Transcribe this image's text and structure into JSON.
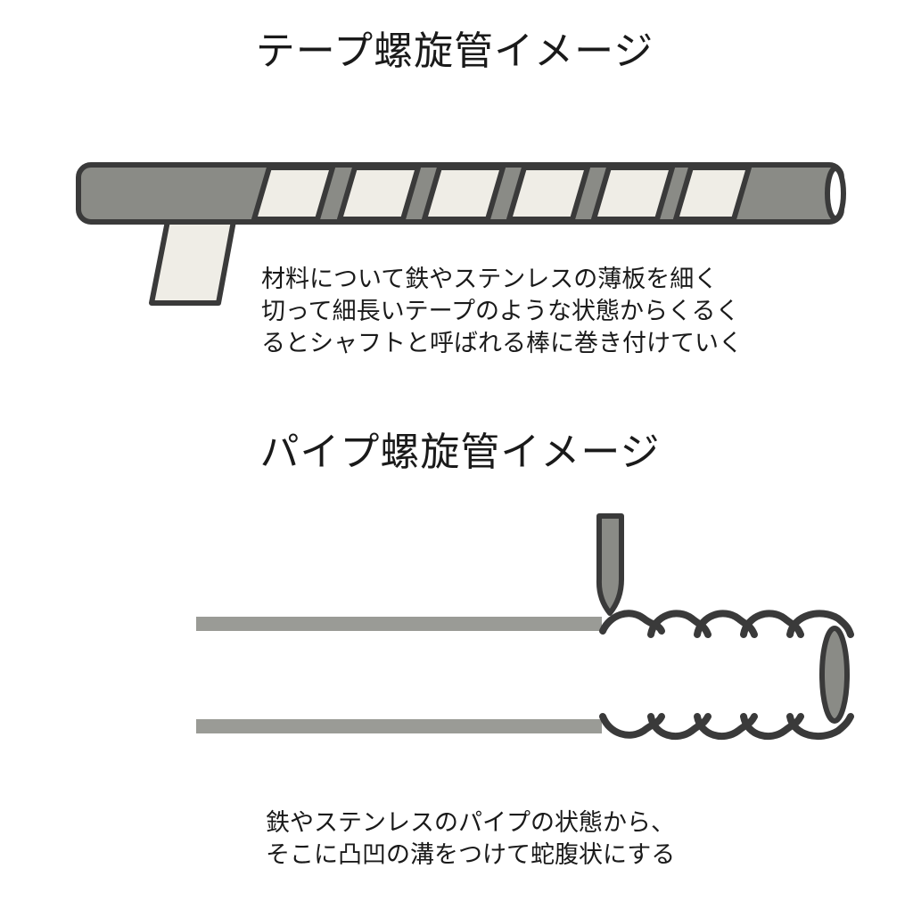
{
  "tape_section": {
    "title": "テープ螺旋管イメージ",
    "description_lines": [
      "材料について鉄やステンレスの薄板を細く",
      "切って細長いテープのような状態からくるく",
      "るとシャフトと呼ばれる棒に巻き付けていく"
    ]
  },
  "pipe_section": {
    "title": "パイプ螺旋管イメージ",
    "description_lines": [
      "鉄やステンレスのパイプの状態から、",
      "そこに凸凹の溝をつけて蛇腹状にする"
    ]
  },
  "colors": {
    "outline": "#3a3a3a",
    "shaft_gray": "#8a8b86",
    "tape_cream": "#efede6",
    "pipe_wall_gray": "#9a9b96",
    "background": "#ffffff"
  }
}
